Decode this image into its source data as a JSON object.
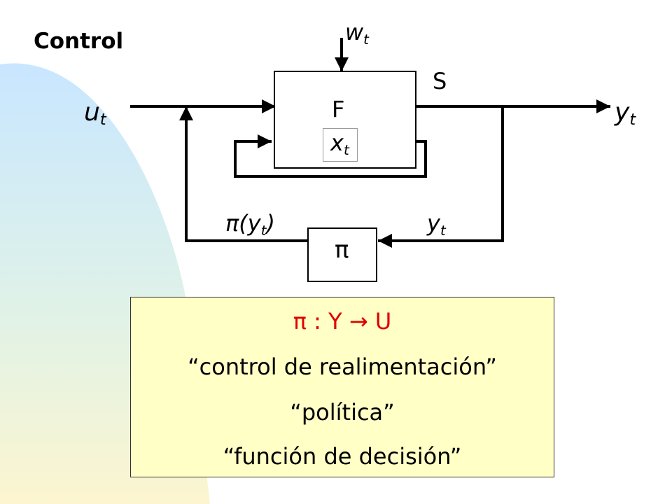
{
  "title": "Control",
  "diagram": {
    "w_label": {
      "base": "w",
      "sub": "t"
    },
    "u_label": {
      "base": "u",
      "sub": "t"
    },
    "y_out_label": {
      "base": "y",
      "sub": "t"
    },
    "y_feedback_label": {
      "base": "y",
      "sub": "t"
    },
    "s_label": "S",
    "f_label": "F",
    "x_label": {
      "base": "x",
      "sub": "t"
    },
    "pi_of_y_label": {
      "prefix": "π(",
      "base": "y",
      "sub": "t",
      "suffix": ")"
    },
    "pi_block_label": "π"
  },
  "note": {
    "mapping": "π : Y → U",
    "lines": [
      "“control de realimentación”",
      "“política”",
      "“función de decisión”"
    ]
  },
  "colors": {
    "note_background": "#ffffc6",
    "mapping_text": "#e00000",
    "background_gradient_top": "#c8e6ff",
    "background_gradient_bottom": "#fcf5cf"
  }
}
